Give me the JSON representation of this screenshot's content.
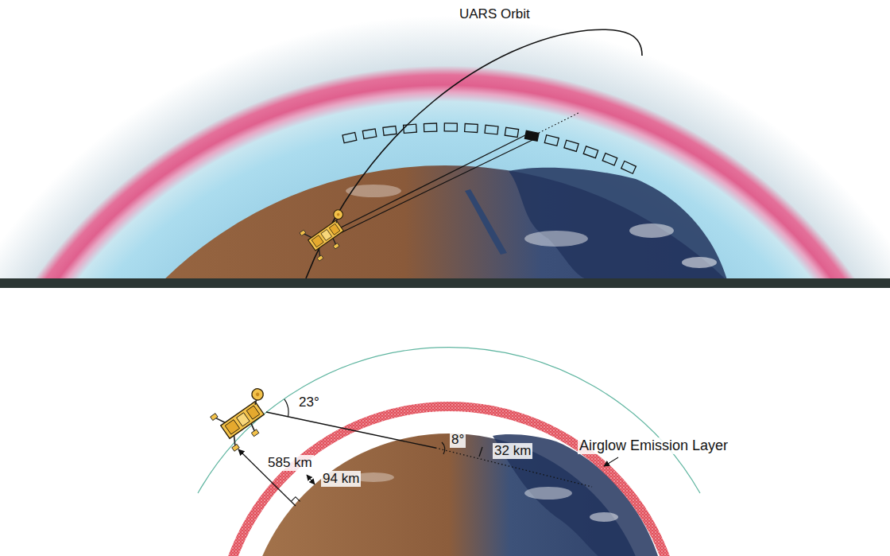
{
  "diagram": {
    "labels": [
      "UARS Orbit",
      "23°",
      "585 km",
      "94 km",
      "8°",
      "32 km",
      "Airglow Emission Layer"
    ]
  }
}
